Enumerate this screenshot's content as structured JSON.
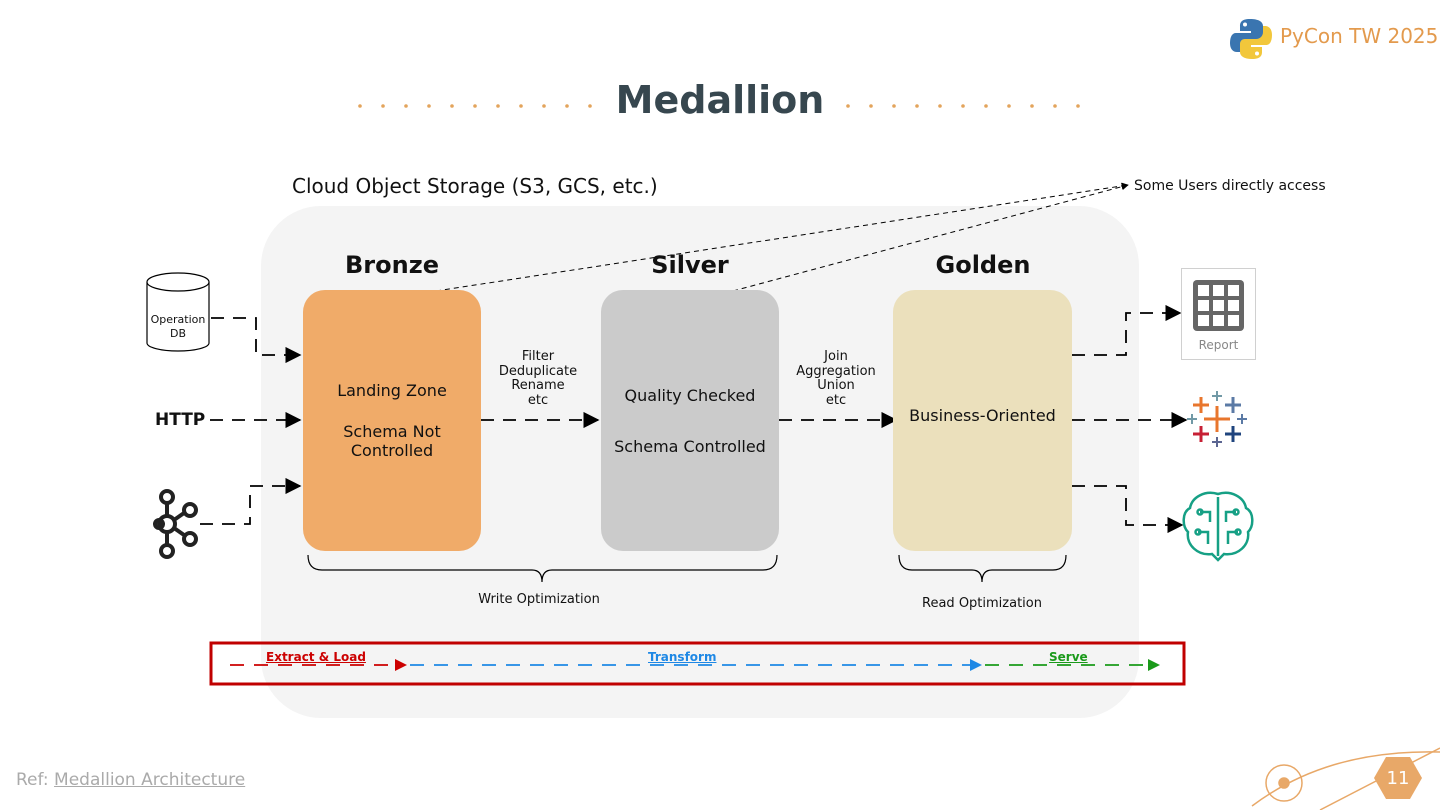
{
  "header": {
    "title": "Medallion",
    "brand": "PyCon TW 2025",
    "brand_color": "#e39a4d"
  },
  "diagram": {
    "storage_label": "Cloud Object Storage (S3, GCS, etc.)",
    "direct_access_label": "Some Users directly access",
    "sources": [
      {
        "label": "Operation DB",
        "icon": "database-icon"
      },
      {
        "label": "HTTP",
        "icon": null
      },
      {
        "label": "",
        "icon": "kafka-icon"
      }
    ],
    "layers": [
      {
        "name": "Bronze",
        "lines": [
          "Landing Zone",
          "Schema Not",
          "Controlled"
        ],
        "color": "#f0ab69"
      },
      {
        "name": "Silver",
        "lines": [
          "Quality Checked",
          "Schema Controlled"
        ],
        "color": "#cbcbcb"
      },
      {
        "name": "Golden",
        "lines": [
          "Business-Oriented"
        ],
        "color": "#ebe0bc"
      }
    ],
    "bronze_to_silver_ops": [
      "Filter",
      "Deduplicate",
      "Rename",
      "etc"
    ],
    "silver_to_golden_ops": [
      "Join",
      "Aggregation",
      "Union",
      "etc"
    ],
    "write_optimization": "Write Optimization",
    "read_optimization": "Read Optimization",
    "consumers": [
      {
        "label": "Report",
        "icon": "report-grid-icon"
      },
      {
        "label": "",
        "icon": "tableau-icon"
      },
      {
        "label": "",
        "icon": "ai-brain-icon"
      }
    ],
    "flow": {
      "extract_load": "Extract & Load",
      "transform": "Transform",
      "serve": "Serve",
      "colors": {
        "extract_load": "#cc0000",
        "transform": "#1e88e5",
        "serve": "#1a9a1a",
        "frame": "#c00000"
      }
    }
  },
  "footer": {
    "ref_prefix": "Ref: ",
    "ref_link": "Medallion Architecture",
    "page_number": "11"
  }
}
